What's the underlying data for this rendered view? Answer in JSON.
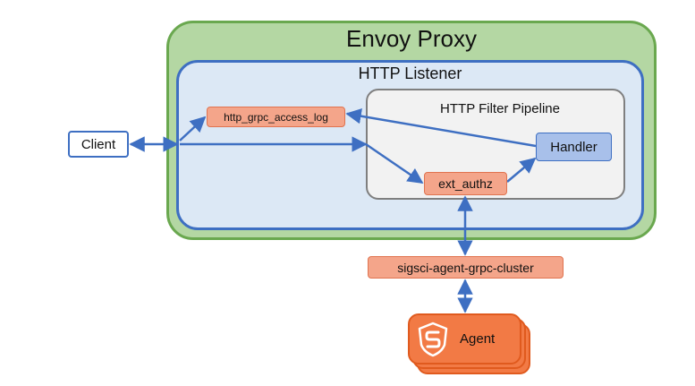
{
  "envoy": {
    "title": "Envoy Proxy"
  },
  "listener": {
    "title": "HTTP Listener"
  },
  "pipeline": {
    "title": "HTTP Filter Pipeline"
  },
  "nodes": {
    "client": "Client",
    "access_log": "http_grpc_access_log",
    "handler": "Handler",
    "ext_authz": "ext_authz",
    "cluster": "sigsci-agent-grpc-cluster",
    "agent": "Agent"
  },
  "colors": {
    "envoy_fill": "#b4d7a3",
    "envoy_border": "#6aa84f",
    "listener_fill": "#dce8f5",
    "listener_border": "#3e6fc2",
    "filter_fill": "#f4a58a",
    "handler_fill": "#a8c0ea",
    "agent_fill": "#f27a45",
    "arrow": "#3e6fc2"
  }
}
